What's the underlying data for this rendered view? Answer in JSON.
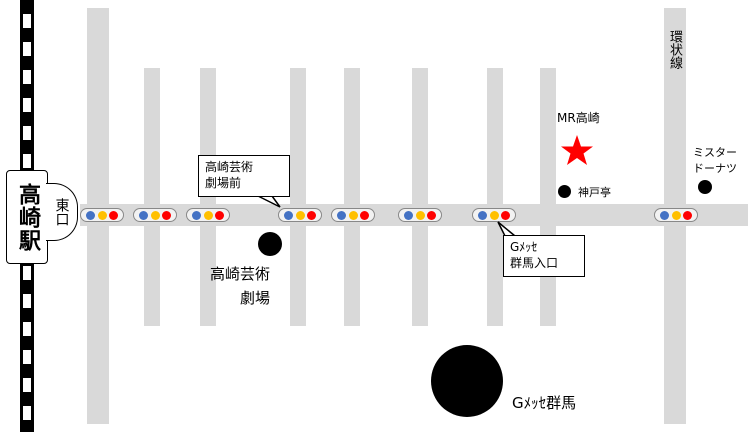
{
  "station": {
    "name": "高崎駅",
    "exit": "東口"
  },
  "signal_colors": {
    "blue": "#4472c4",
    "yellow": "#ffc000",
    "red": "#ff0000"
  },
  "callouts": {
    "geijutsu_mae": [
      "高崎芸術",
      "劇場前"
    ],
    "gmesse_iriguchi": [
      "Gﾒｯｾ",
      "群馬入口"
    ]
  },
  "places": {
    "geijutsu": [
      "高崎芸術",
      "劇場"
    ],
    "gmesse": "Gﾒｯｾ群馬",
    "mr_takasaki": "MR高崎",
    "kobetei": "神戸亭",
    "misdo": [
      "ミスター",
      "ドーナツ"
    ],
    "kanjosen": "環状線"
  },
  "accent": {
    "star": "#ff0000"
  }
}
